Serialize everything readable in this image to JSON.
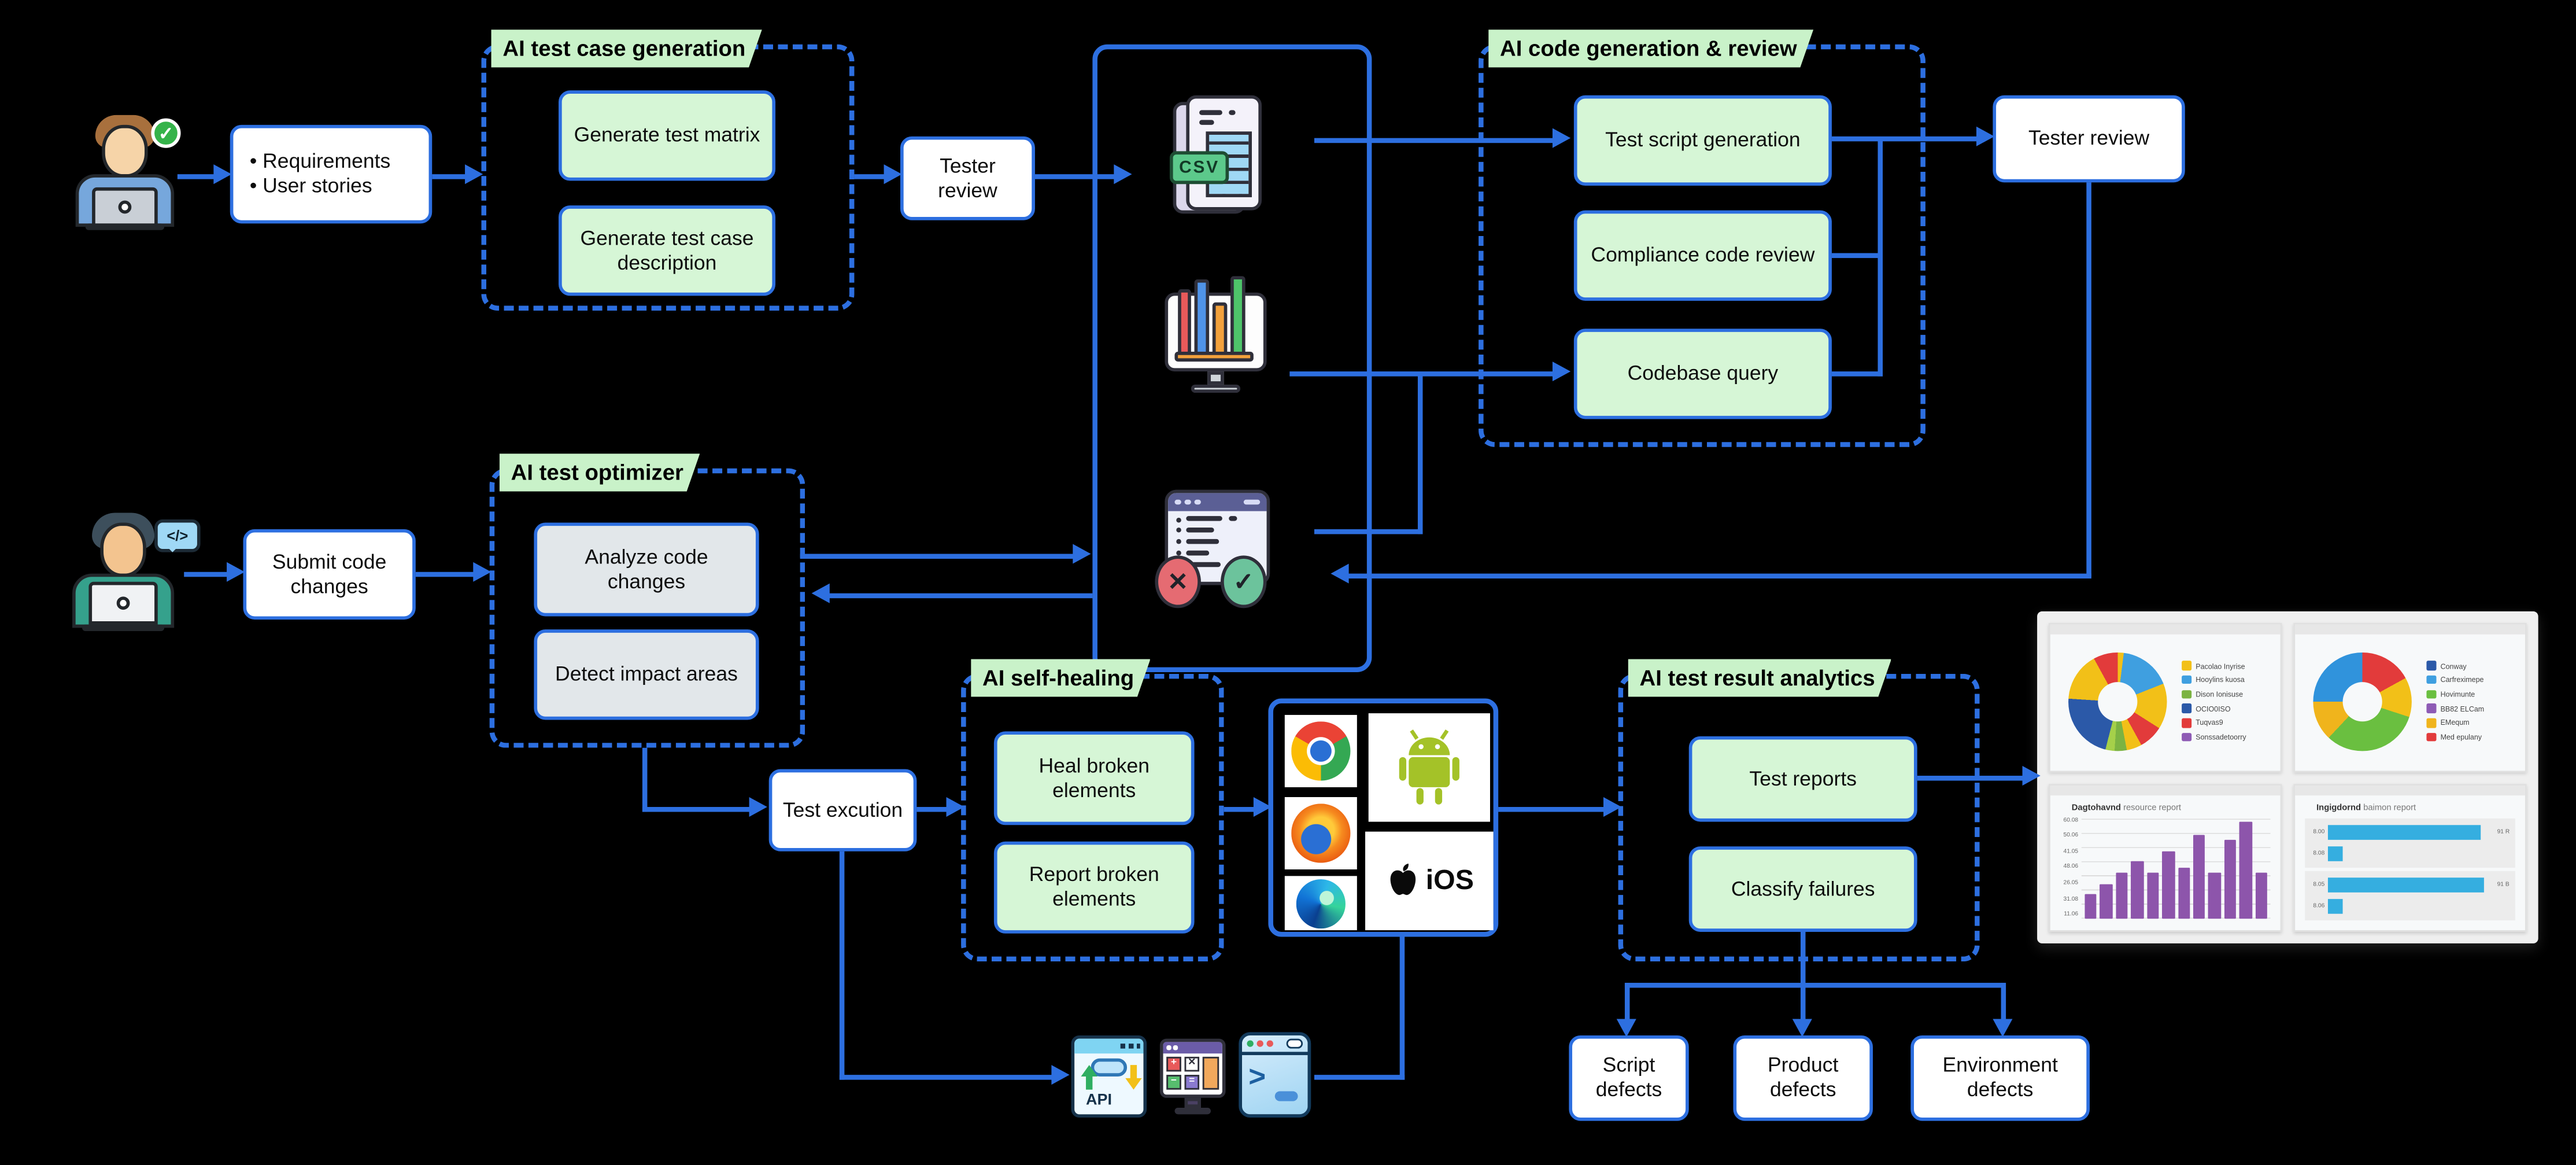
{
  "diagram": {
    "actors": {
      "approver": {
        "name": "analyst with approval check"
      },
      "developer": {
        "name": "developer with code bubble",
        "bubble_text": "</>"
      }
    },
    "nodes": {
      "requirements": {
        "label": "• Requirements\n• User stories"
      },
      "tester_review_1": {
        "label": "Tester review"
      },
      "tester_review_2": {
        "label": "Tester review"
      },
      "submit_code": {
        "label": "Submit code changes"
      },
      "test_execution": {
        "label": "Test excution"
      },
      "script_defects": {
        "label": "Script defects"
      },
      "product_defects": {
        "label": "Product defects"
      },
      "environment_defects": {
        "label": "Environment defects"
      }
    },
    "groups": {
      "test_case_generation": {
        "title": "AI test case generation",
        "items": [
          "Generate test matrix",
          "Generate test case description"
        ]
      },
      "code_generation_review": {
        "title": "AI code generation & review",
        "items": [
          "Test script generation",
          "Compliance code review",
          "Codebase query"
        ]
      },
      "test_optimizer": {
        "title": "AI test optimizer",
        "items": [
          "Analyze code changes",
          "Detect impact areas"
        ]
      },
      "self_healing": {
        "title": "AI self-healing",
        "items": [
          "Heal broken elements",
          "Report broken elements"
        ]
      },
      "result_analytics": {
        "title": "AI test result analytics",
        "items": [
          "Test reports",
          "Classify failures"
        ]
      }
    },
    "artifacts": {
      "csv_label": "CSV",
      "api_label": "API",
      "ios_label": "iOS"
    },
    "platforms": [
      "chrome",
      "android",
      "firefox",
      "edge",
      "ios"
    ],
    "colors": {
      "line_blue": "#2d6fe0",
      "box_green": "#d6f6d6",
      "box_grey": "#e2e7ea",
      "tab_green": "#c9f2c9",
      "background": "#000000"
    }
  },
  "dashboard": {
    "chart_data": [
      {
        "type": "pie",
        "style": "donut",
        "slices": [
          {
            "color": "#f2c018",
            "value": 2
          },
          {
            "color": "#3f9fe0",
            "value": 17
          },
          {
            "color": "#f2c018",
            "value": 15
          },
          {
            "color": "#e23b3b",
            "value": 8
          },
          {
            "color": "#f2c018",
            "value": 5
          },
          {
            "color": "#7cb342",
            "value": 4
          },
          {
            "color": "#a5d04a",
            "value": 3
          },
          {
            "color": "#2b59a8",
            "value": 22
          },
          {
            "color": "#f2c018",
            "value": 16
          },
          {
            "color": "#e23b3b",
            "value": 8
          }
        ],
        "legend": [
          {
            "color": "#f2c018",
            "label": "Pacolao Inyrise"
          },
          {
            "color": "#3f9fe0",
            "label": "Hooylins kuosa"
          },
          {
            "color": "#7cb342",
            "label": "Dison Ionisuse"
          },
          {
            "color": "#2b59a8",
            "label": "OCIO0ISO"
          },
          {
            "color": "#e23b3b",
            "label": "Tuqvas9"
          },
          {
            "color": "#8e5bb5",
            "label": "Sonssadetoorry"
          }
        ]
      },
      {
        "type": "pie",
        "style": "donut",
        "slices": [
          {
            "color": "#e23b3b",
            "value": 17
          },
          {
            "color": "#f2c018",
            "value": 13
          },
          {
            "color": "#6abf40",
            "value": 32
          },
          {
            "color": "#f0b41c",
            "value": 13
          },
          {
            "color": "#3093dc",
            "value": 25
          }
        ],
        "legend": [
          {
            "color": "#2b59a8",
            "label": "Conway"
          },
          {
            "color": "#3f9fe0",
            "label": "Carfreximepe"
          },
          {
            "color": "#6abf40",
            "label": "Hovimunte"
          },
          {
            "color": "#8e5bb5",
            "label": "BB82 ELCam"
          },
          {
            "color": "#f0b41c",
            "label": "EMequm"
          },
          {
            "color": "#e23b3b",
            "label": "Med epulany"
          }
        ]
      },
      {
        "type": "bar",
        "title": "Dagtohavnd",
        "subtitle": "resource report",
        "bar_color": "#8d55ab",
        "yticks": [
          "60.08",
          "50.06",
          "41.05",
          "48.06",
          "26.05",
          "31.08",
          "11.06"
        ],
        "values": [
          1.9,
          2.7,
          3.7,
          4.5,
          3.7,
          5.4,
          4.0,
          6.7,
          3.7,
          6.3,
          7.7,
          3.7
        ],
        "ymax": 8
      },
      {
        "type": "bar",
        "orientation": "horizontal",
        "title": "Ingigdornd",
        "subtitle": "baimon report",
        "bar_color": "#35aee0",
        "bars": [
          {
            "label": "8.00",
            "value": 92,
            "value_label": "91 R"
          },
          {
            "label": "8.08",
            "value": 9,
            "value_label": ""
          },
          {
            "label": "8.05",
            "value": 94,
            "value_label": "91 B"
          },
          {
            "label": "8.06",
            "value": 9,
            "value_label": ""
          }
        ],
        "xmax": 100
      }
    ]
  }
}
